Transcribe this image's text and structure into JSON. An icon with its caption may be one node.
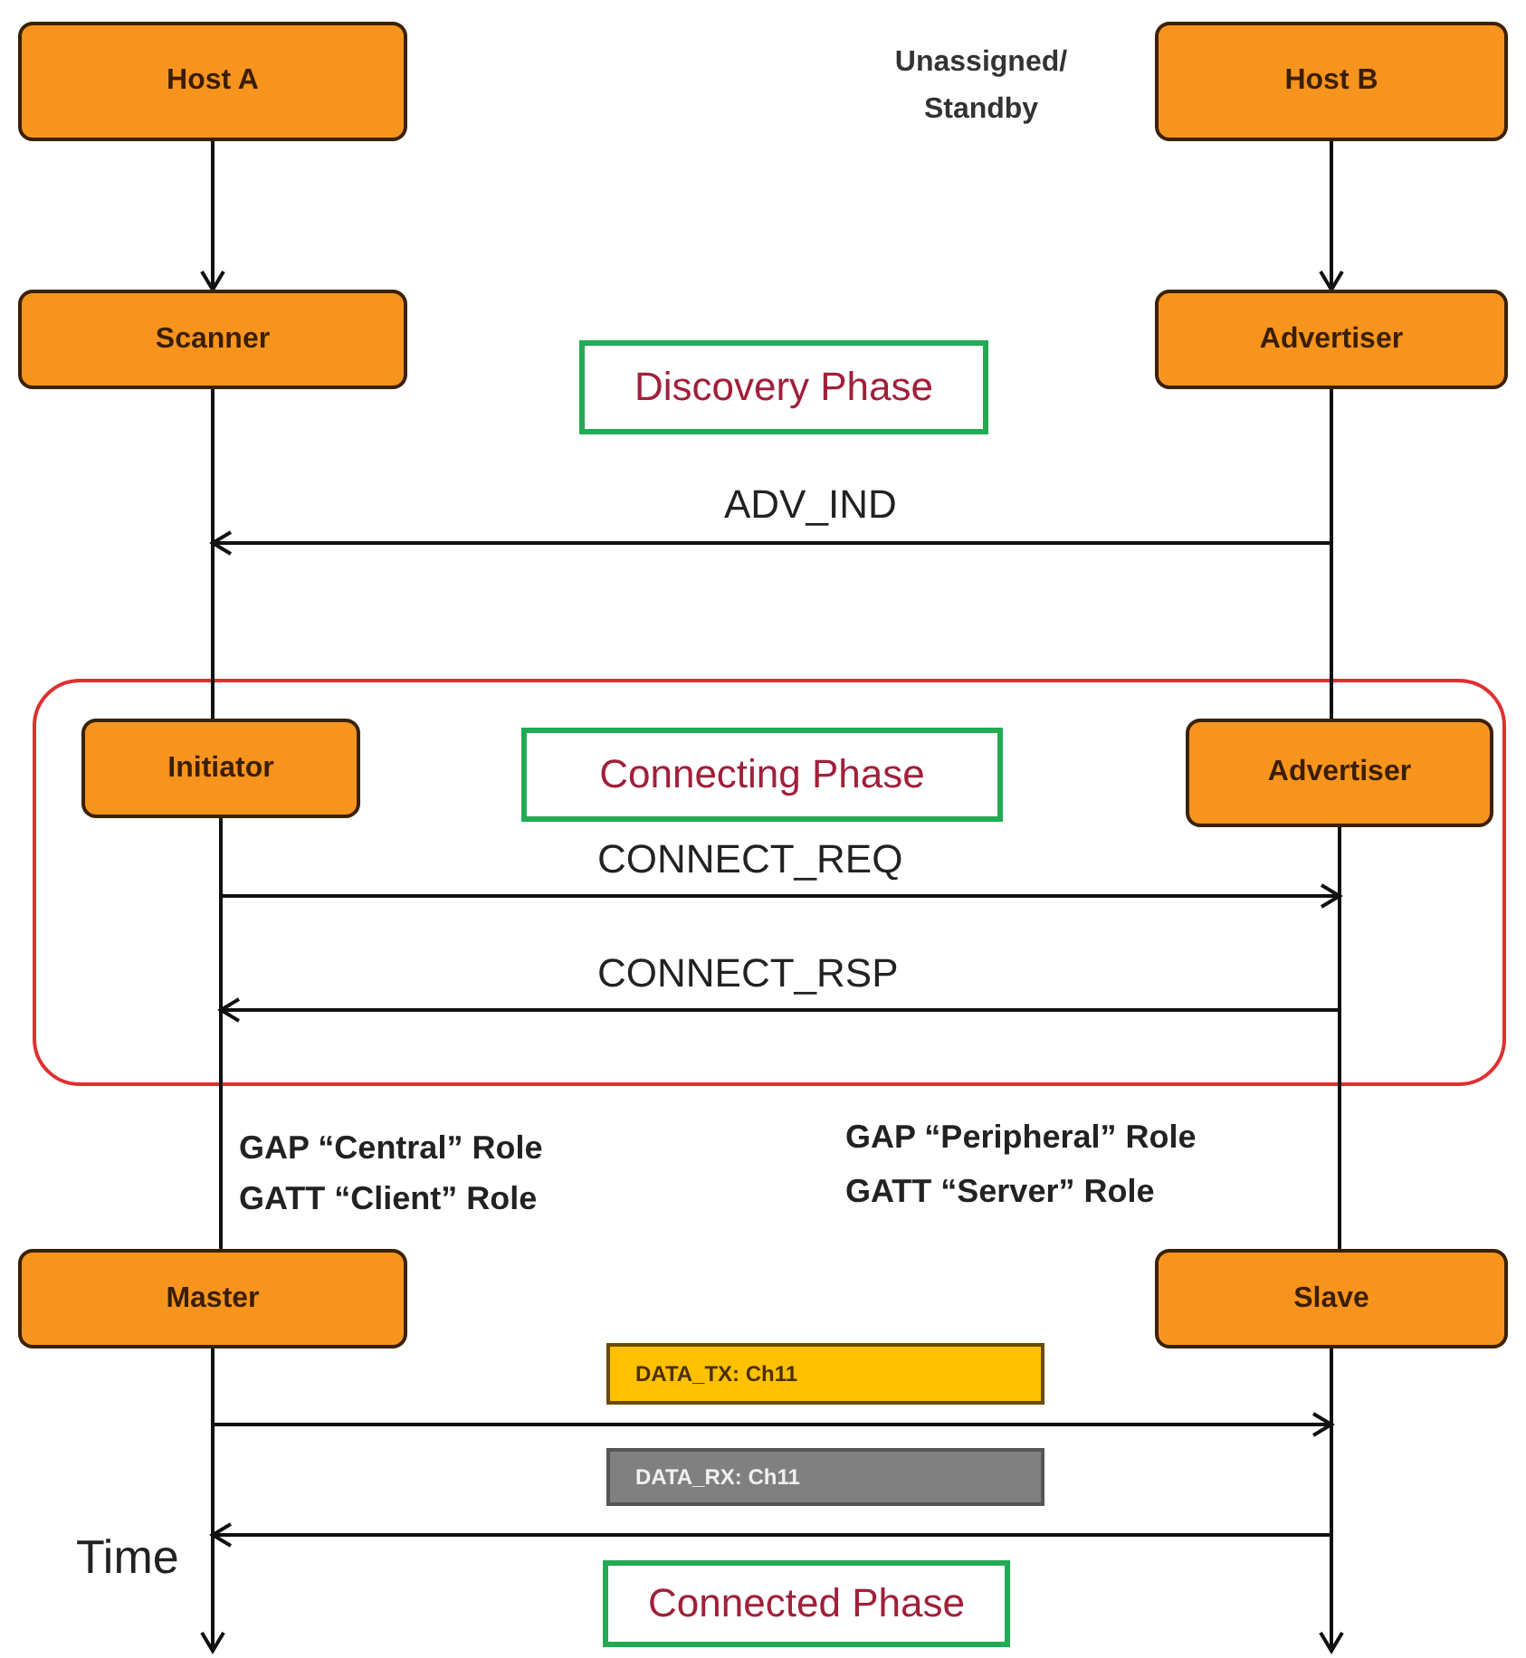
{
  "diagram": {
    "nodes": [
      {
        "text": [
          "Host A"
        ]
      },
      {
        "text": [
          "Host B"
        ],
        "beside": [
          "Unassigned/ Standby"
        ]
      },
      {
        "text": [
          "Scanner"
        ]
      },
      {
        "text": [
          "Advertiser"
        ]
      },
      {
        "text": [
          "Discovery Phase"
        ]
      },
      {
        "text": [],
        "shape": "box"
      },
      {
        "text": [
          "Initiator"
        ],
        "in": 5
      },
      {
        "text": [
          "Connecting Phase"
        ],
        "in": 5
      },
      {
        "text": [
          "Advertiser"
        ],
        "in": 5
      },
      {
        "text": [
          "Master"
        ]
      },
      {
        "text": [
          "Slave"
        ]
      },
      {
        "text": [
          "DATA_TX: Ch11"
        ]
      },
      {
        "text": [
          "DATA_RX: Ch11"
        ]
      },
      {
        "text": [
          "Connected Phase"
        ]
      }
    ],
    "edges": [
      {
        "from": 0,
        "to": 2,
        "arrow": "to"
      },
      {
        "from": 1,
        "to": 3,
        "arrow": "to"
      },
      {
        "from": 2,
        "to": 6,
        "arrow": "none"
      },
      {
        "from": 3,
        "to": 8,
        "arrow": "none"
      },
      {
        "from": 3,
        "to": 2,
        "arrow": "to",
        "label": "ADV_IND"
      },
      {
        "from": 6,
        "to": 8,
        "arrow": "to",
        "label": "CONNECT_REQ"
      },
      {
        "from": 8,
        "to": 6,
        "arrow": "to",
        "label": "CONNECT_RSP"
      },
      {
        "from": 6,
        "to": 9,
        "arrow": "none"
      },
      {
        "from": 8,
        "to": 10,
        "arrow": "none"
      },
      {
        "from": 9,
        "to": 10,
        "arrow": "to"
      },
      {
        "from": 10,
        "to": 9,
        "arrow": "to"
      },
      {
        "from": 9,
        "to": null,
        "arrow": "to"
      },
      {
        "from": 10,
        "to": null,
        "arrow": "to"
      }
    ],
    "labels": [
      "GAP “Central” Role",
      "GATT “Client” Role",
      "GAP “Peripheral” Role",
      "GATT “Server” Role",
      "Time"
    ]
  }
}
